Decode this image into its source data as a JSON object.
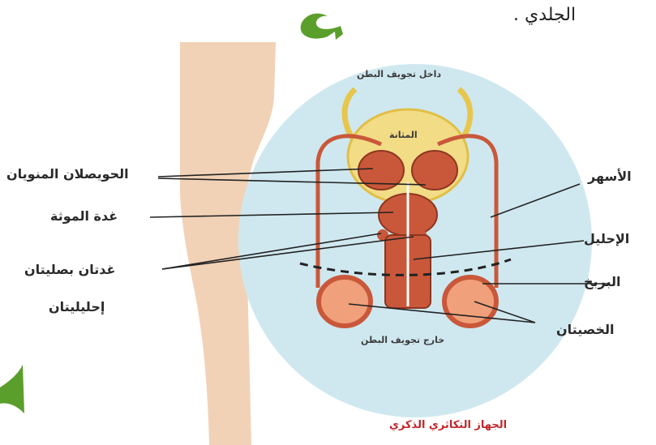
{
  "top_text": "الجلدي .",
  "caption": "الجهاز التكاثري الذكري",
  "labels": {
    "inside_abdomen": "داخل تجويف البطن",
    "outside_abdomen": "خارج تجويف البطن",
    "bladder": "المثانة",
    "seminal_vesicles": "الحويصلان المنويان",
    "prostate": "غدة الموثة",
    "bulbourethral_line1": "غدتان بصليتان",
    "bulbourethral_line2": "إحليليتان",
    "vas_deferens": "الأسهر",
    "urethra": "الإحليل",
    "epididymis": "البربخ",
    "testes": "الخصيتان"
  },
  "colors": {
    "background": "#ffffff",
    "circle": "#cfe8f0",
    "body": "#f1d2b6",
    "bladder": "#f2dc86",
    "organ": "#c9583a",
    "organ_dark": "#8e3520",
    "green_mark": "#5a9e2b",
    "caption": "#c0282a"
  }
}
